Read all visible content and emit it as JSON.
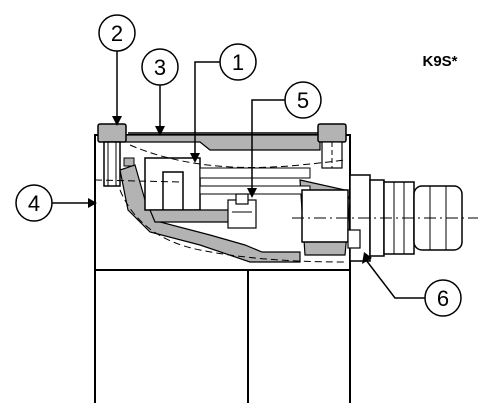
{
  "model_label": "K9S*",
  "callouts": [
    {
      "id": "1",
      "label": "1"
    },
    {
      "id": "2",
      "label": "2"
    },
    {
      "id": "3",
      "label": "3"
    },
    {
      "id": "4",
      "label": "4"
    },
    {
      "id": "5",
      "label": "5"
    },
    {
      "id": "6",
      "label": "6"
    }
  ],
  "colors": {
    "line": "#000000",
    "fill_gray": "#b3b3b3",
    "background": "#ffffff"
  }
}
